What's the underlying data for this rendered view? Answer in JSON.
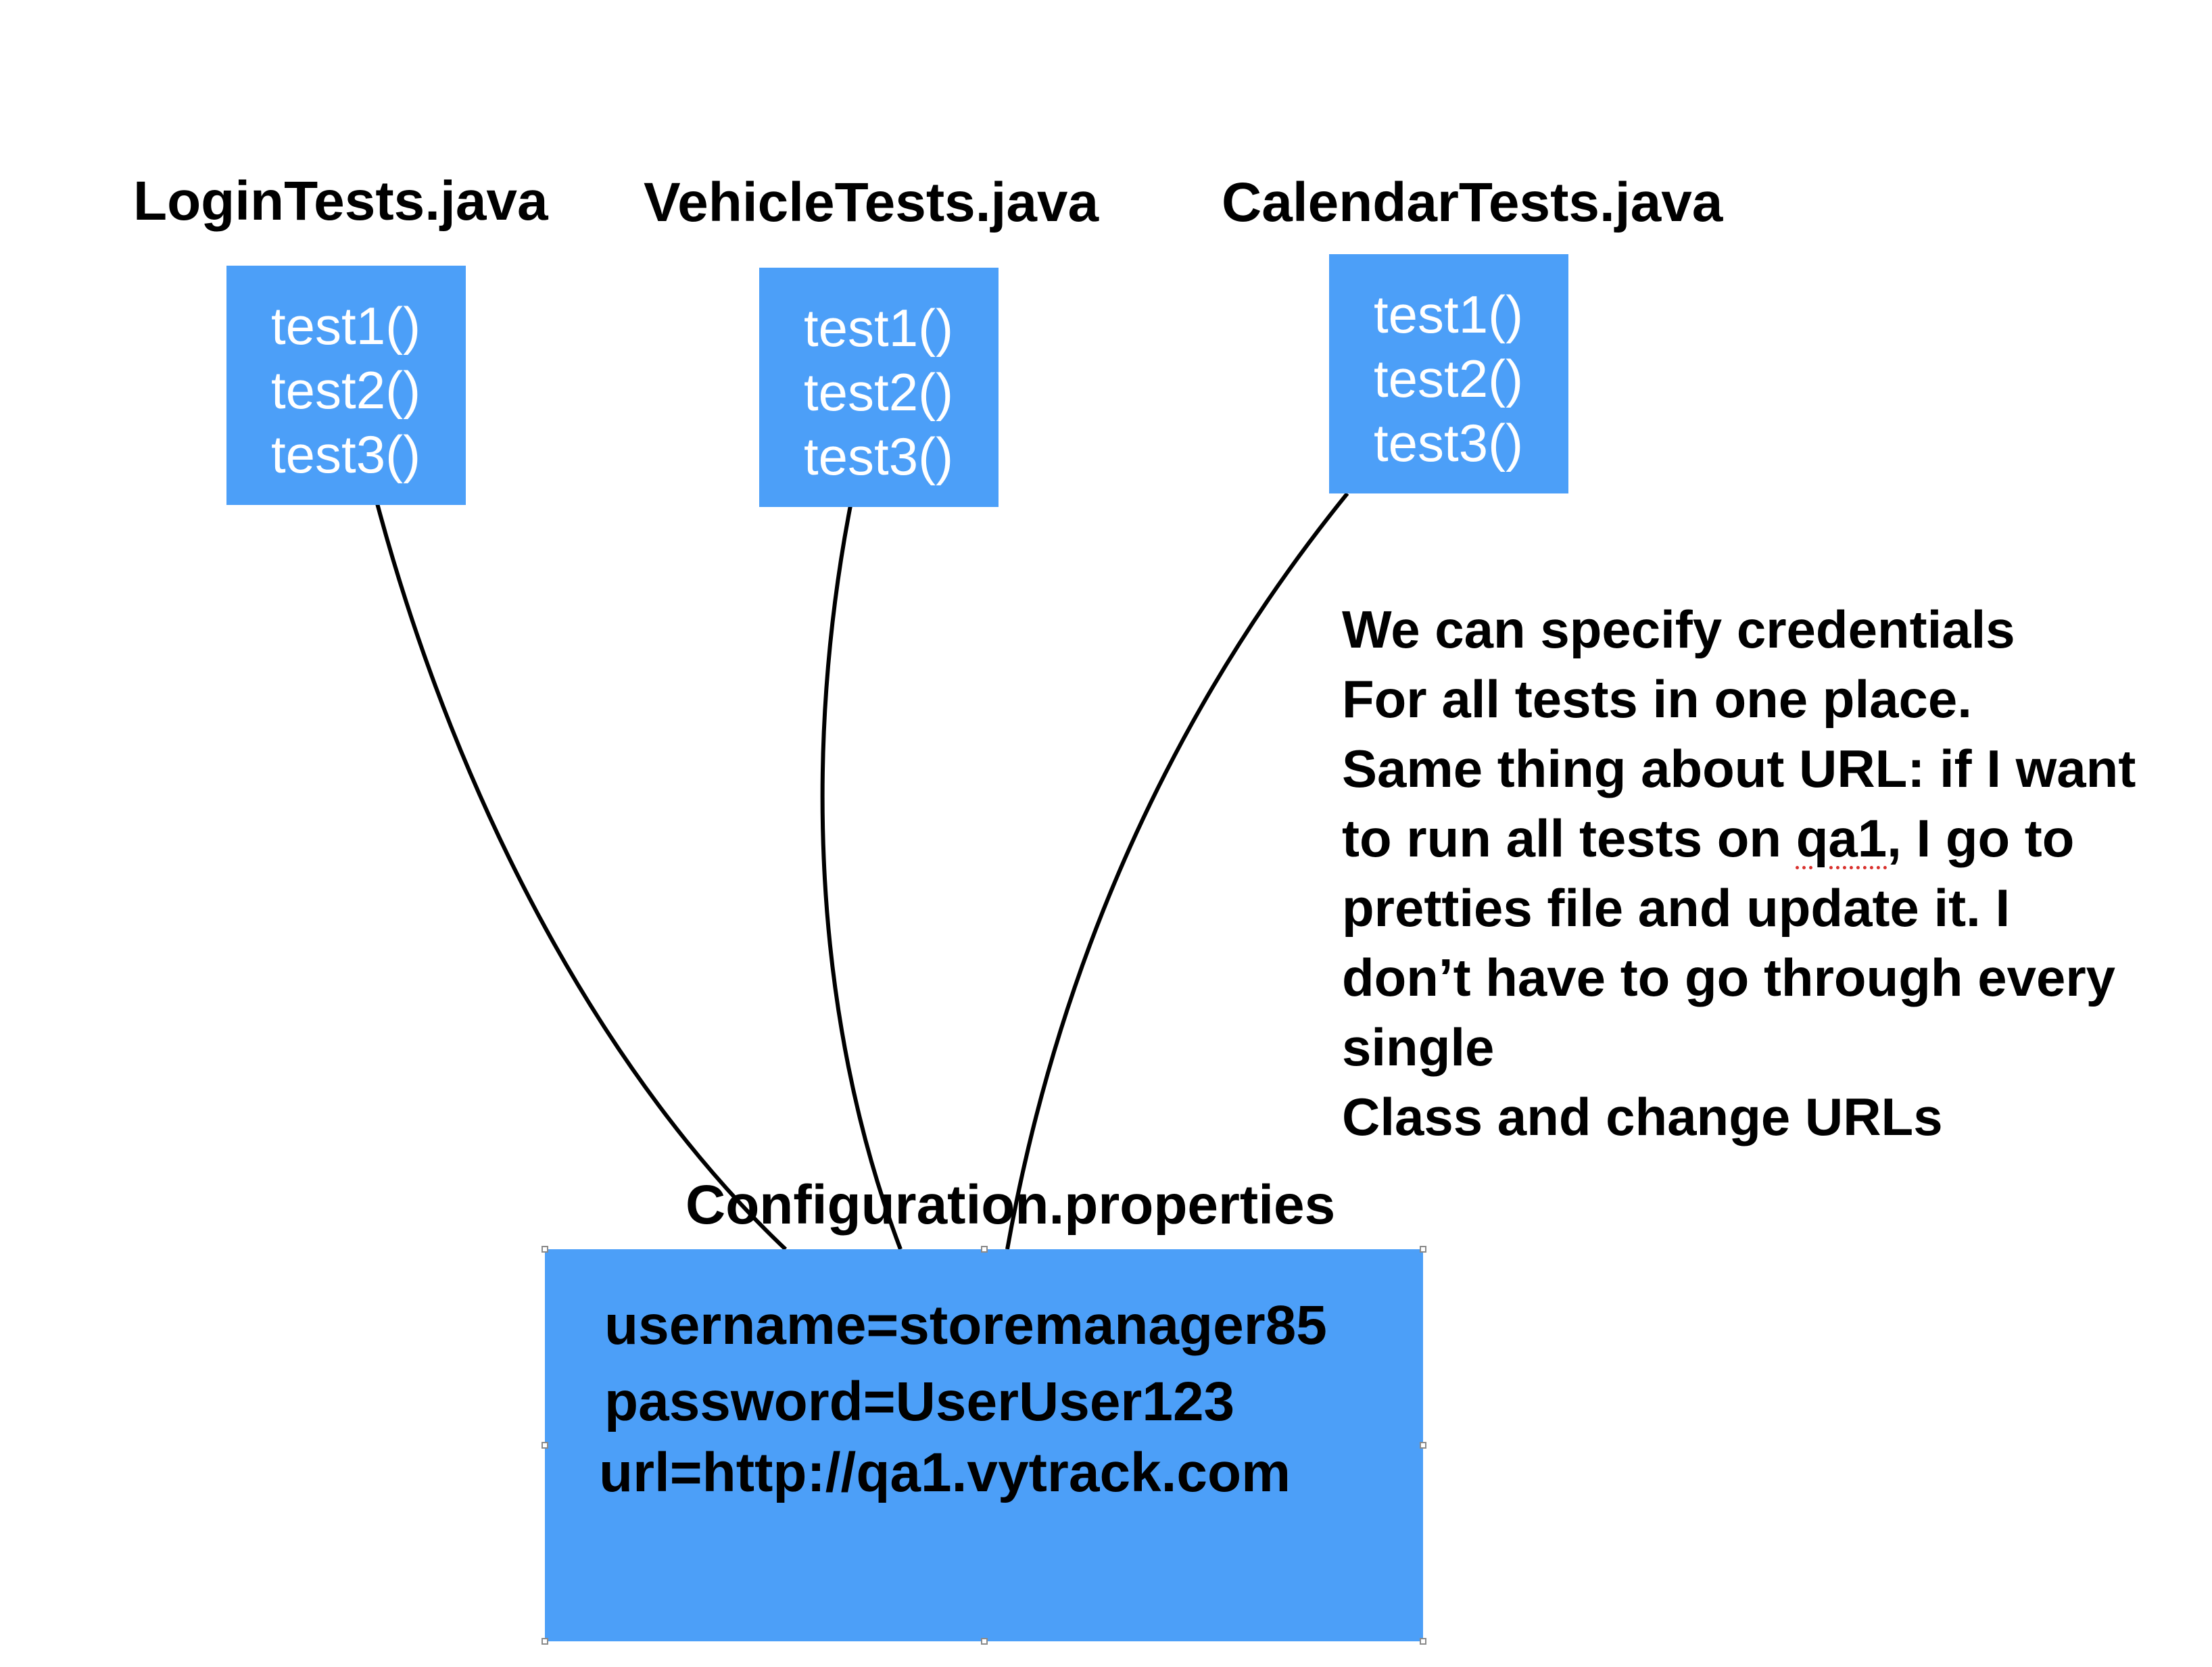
{
  "files": [
    {
      "name": "LoginTests.java",
      "tests": [
        "test1()",
        "test2()",
        "test3()"
      ]
    },
    {
      "name": "VehicleTests.java",
      "tests": [
        "test1()",
        "test2()",
        "test3()"
      ]
    },
    {
      "name": "CalendarTests.java",
      "tests": [
        "test1()",
        "test2()",
        "test3()"
      ]
    }
  ],
  "note": {
    "lines": [
      "We can specify credentials",
      "For all tests in one place.",
      "Same thing about URL: if I want",
      "to run all tests on ",
      "qa1",
      ", I go to",
      "pretties file and update it. I",
      "don’t have to go through every",
      "single",
      "Class and change URLs"
    ]
  },
  "config": {
    "title": "Configuration.properties",
    "lines": [
      "username=storemanager85",
      "password=UserUser123",
      "url=http://qa1.vytrack.com"
    ]
  },
  "colors": {
    "box_fill": "#4c9ff8",
    "test_text": "#ffffff",
    "connector": "#000000",
    "spellcheck_underline": "#d9302c"
  }
}
